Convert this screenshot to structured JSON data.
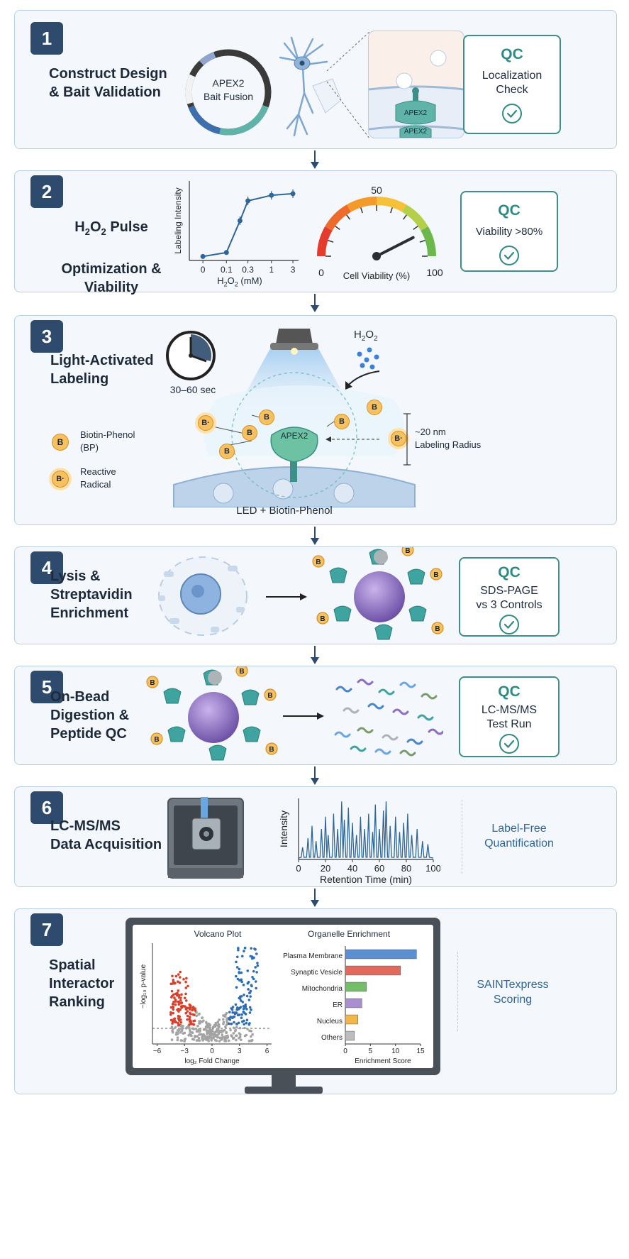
{
  "steps": [
    {
      "number": "1",
      "title": "Construct Design\n& Bait Validation"
    },
    {
      "number": "2",
      "title_parts": {
        "pre": "H",
        "sub1": "2",
        "mid": "O",
        "sub2": "2",
        "post": " Pulse"
      },
      "title_rest": "Optimization &\nViability"
    },
    {
      "number": "3",
      "title": "Light-Activated\nLabeling"
    },
    {
      "number": "4",
      "title": "Lysis &\nStreptavidin\nEnrichment"
    },
    {
      "number": "5",
      "title": "On-Bead\nDigestion &\nPeptide QC"
    },
    {
      "number": "6",
      "title": "LC-MS/MS\nData Acquisition"
    },
    {
      "number": "7",
      "title": "Spatial\nInteractor\nRanking"
    }
  ],
  "step1": {
    "plasmid_label_1": "APEX2",
    "plasmid_label_2": "Bait Fusion",
    "inset_label_1": "APEX2",
    "inset_label_2": "APEX2",
    "qc_title": "QC",
    "qc_text": "Localization\nCheck"
  },
  "step2": {
    "chart_ylabel": "Labeling Intensity",
    "chart_xlabel_parts": {
      "pre": "H",
      "sub1": "2",
      "mid": "O",
      "sub2": "2",
      "post": " (mM)"
    },
    "gauge_max_top": "50",
    "gauge_min": "0",
    "gauge_max": "100",
    "gauge_label": "Cell Viability (%)",
    "qc_title": "QC",
    "qc_text": "Viability >80%"
  },
  "step3": {
    "timer_label": "30–60 sec",
    "h2o2_parts": {
      "pre": "H",
      "sub1": "2",
      "mid": "O",
      "sub2": "2"
    },
    "enzyme_label": "APEX2",
    "radius_label_1": "~20 nm",
    "radius_label_2": "Labeling Radius",
    "legend_bp_1": "Biotin-Phenol",
    "legend_bp_2": "(BP)",
    "legend_radical_1": "Reactive",
    "legend_radical_2": "Radical",
    "biotin_letter": "B",
    "radical_letter": "B·",
    "bottom_label": "LED + Biotin-Phenol"
  },
  "step4": {
    "qc_title": "QC",
    "qc_text": "SDS-PAGE\nvs 3 Controls",
    "biotin_letter": "B"
  },
  "step5": {
    "qc_title": "QC",
    "qc_text": "LC-MS/MS\nTest Run",
    "biotin_letter": "B"
  },
  "step6": {
    "ylabel": "Intensity",
    "xlabel": "Retention Time (min)",
    "side_text": "Label-Free\nQuantification"
  },
  "step7": {
    "volcano_title": "Volcano Plot",
    "volcano_xlabel": "log₂ Fold Change",
    "volcano_ylabel": "−log₁₀ p-value",
    "bar_title": "Organelle Enrichment",
    "bar_xlabel": "Enrichment Score",
    "side_text": "SAINTexpress\nScoring"
  },
  "colors": {
    "panel_bg": "#f4f8fd",
    "panel_border": "#b9cde3",
    "badge": "#2e4b6e",
    "qc_teal": "#2e8a83",
    "apex_green": "#4fae8f",
    "biotin_orange": "#f0a43a",
    "bead_purple": "#8a6cc1",
    "chart_blue": "#2f6697"
  },
  "chart_data": [
    {
      "type": "line",
      "title": "",
      "xlabel": "H2O2 (mM)",
      "ylabel": "Labeling Intensity",
      "x_ticks": [
        "0",
        "0.1",
        "0.3",
        "1",
        "3"
      ],
      "x": [
        0.03,
        0.1,
        0.2,
        0.3,
        1,
        3
      ],
      "y": [
        0.05,
        0.1,
        0.5,
        0.75,
        0.82,
        0.84
      ],
      "x_scale": "log",
      "error_bars": true
    },
    {
      "type": "gauge",
      "label": "Cell Viability (%)",
      "min": 0,
      "max": 100,
      "mid_tick": 50,
      "value": 85
    },
    {
      "type": "line",
      "title": "",
      "xlabel": "Retention Time (min)",
      "ylabel": "Intensity",
      "x_ticks": [
        0,
        20,
        40,
        60,
        80,
        100
      ],
      "xlim": [
        0,
        100
      ],
      "peaks_x": [
        3,
        7,
        10,
        13,
        17,
        20,
        22,
        26,
        29,
        32,
        34,
        37,
        40,
        43,
        46,
        49,
        52,
        55,
        57,
        60,
        63,
        65,
        68,
        72,
        75,
        78,
        81,
        84,
        88,
        92,
        96
      ],
      "peaks_y": [
        0.2,
        0.35,
        0.55,
        0.3,
        0.5,
        0.7,
        0.4,
        0.75,
        0.5,
        0.95,
        0.65,
        0.85,
        0.6,
        0.4,
        0.7,
        0.5,
        0.75,
        0.45,
        0.9,
        0.5,
        0.8,
        0.95,
        0.55,
        0.7,
        0.45,
        0.6,
        0.75,
        0.4,
        0.5,
        0.3,
        0.25
      ]
    },
    {
      "type": "scatter",
      "title": "Volcano Plot",
      "xlabel": "log2 Fold Change",
      "ylabel": "−log10 p-value",
      "x_ticks": [
        -6,
        -3,
        0,
        3,
        6
      ],
      "xlim": [
        -6.5,
        6.5
      ],
      "threshold_line": true,
      "groups": [
        {
          "name": "enriched-left",
          "color": "#d9402b"
        },
        {
          "name": "enriched-right",
          "color": "#2f6db3"
        },
        {
          "name": "not-significant",
          "color": "#9a9a9a"
        }
      ]
    },
    {
      "type": "bar",
      "orientation": "horizontal",
      "title": "Organelle Enrichment",
      "xlabel": "Enrichment Score",
      "x_ticks": [
        0,
        5,
        10,
        15
      ],
      "xlim": [
        0,
        15
      ],
      "categories": [
        "Plasma Membrane",
        "Synaptic Vesicle",
        "Mitochondria",
        "ER",
        "Nucleus",
        "Others"
      ],
      "values": [
        14.2,
        11,
        4.2,
        3.3,
        2.5,
        1.8
      ],
      "colors": [
        "#5b8fd1",
        "#e06a5e",
        "#72be6a",
        "#a98fd0",
        "#f2b64a",
        "#bdbdbd"
      ]
    }
  ]
}
